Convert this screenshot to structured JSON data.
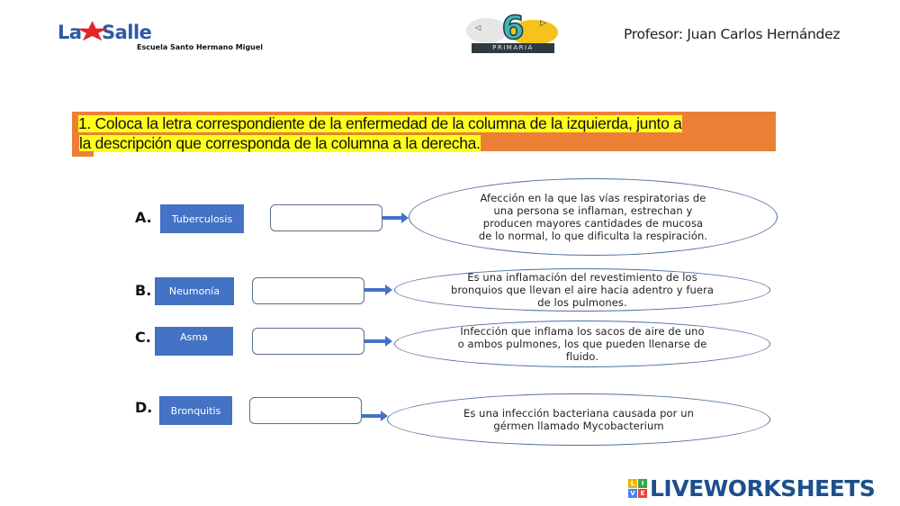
{
  "header": {
    "logo": {
      "brand": "La Salle",
      "brand_left": "La",
      "brand_star": "★",
      "brand_right": "Salle",
      "school": "Escuela Santo Hermano Miguel"
    },
    "grade_badge": {
      "digit": "6",
      "ribbon": "PRIMARIA",
      "left_mark": "◁",
      "right_mark": "▷"
    },
    "professor": "Profesor: Juan Carlos Hernández"
  },
  "instruction": {
    "line1": "1. Coloca  la letra correspondiente de la enfermedad de la columna de la izquierda, junto a",
    "line2": "la descripción que corresponda de la columna a la derecha."
  },
  "rows": [
    {
      "letter": "A.",
      "disease": "Tuberculosis",
      "answer_value": "",
      "description": "Afección en la que las vías respiratorias de una persona se inflaman, estrechan y producen mayores cantidades de mucosa de lo normal, lo que dificulta la respiración."
    },
    {
      "letter": "B.",
      "disease": "Neumonía",
      "answer_value": "",
      "description": "Es una inflamación del revestimiento de los bronquios que llevan el aire hacia adentro y fuera de los pulmones."
    },
    {
      "letter": "C.",
      "disease": "Asma",
      "answer_value": "",
      "description": "Infección que inflama los sacos de aire de uno o ambos pulmones, los que pueden llenarse de fluido."
    },
    {
      "letter": "D.",
      "disease": "Bronquitis",
      "answer_value": "",
      "description": "Es una infección bacteriana causada por un gérmen llamado Mycobacterium"
    }
  ],
  "footer": {
    "brand_tiles": [
      "L",
      "I",
      "V",
      "E"
    ],
    "brand_tile_colors": [
      "#f4b400",
      "#34a853",
      "#4285f4",
      "#ea4335"
    ],
    "brand_word": "LIVEWORKSHEETS"
  },
  "colors": {
    "accent_blue": "#4472c4",
    "instruction_bg": "#ec7f36",
    "highlight": "#ffff1a",
    "brand_blue": "#1d4f8c"
  }
}
